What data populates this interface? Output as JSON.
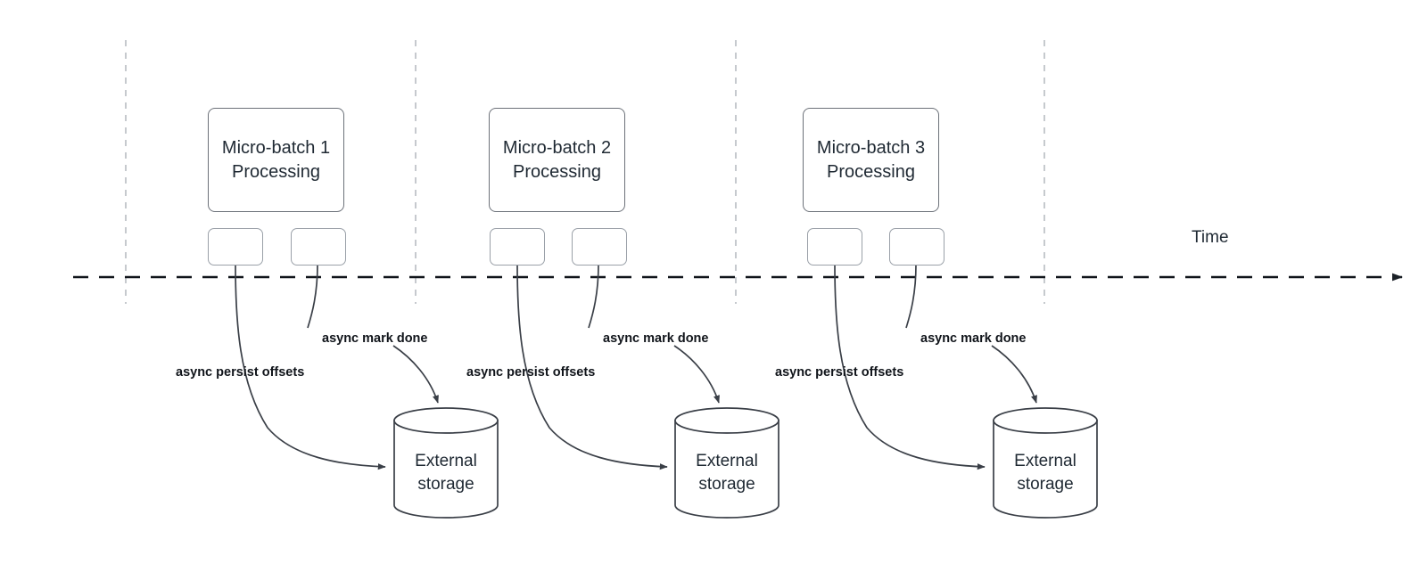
{
  "diagram": {
    "title_axis": "Time",
    "colors": {
      "box_stroke": "#6c7179",
      "small_box_stroke": "#9aa0a8",
      "cylinder_stroke": "#3a3f47",
      "timeline": "#10141a",
      "separator": "#b8bcc2",
      "curve": "#3a3f47",
      "text": "#1f2933",
      "label_text": "#10141a",
      "background": "#ffffff"
    },
    "timeline": {
      "label": "Time",
      "direction": "left-to-right",
      "style": "dashed-with-arrow"
    },
    "separators": {
      "count": 4,
      "style": "vertical-dashed"
    },
    "groups": [
      {
        "id": "group-1",
        "batch_label": "Micro-batch 1\nProcessing",
        "task_boxes": [
          "",
          ""
        ],
        "persist_label": "async persist offsets",
        "mark_done_label": "async mark done",
        "storage_label": "External\nstorage"
      },
      {
        "id": "group-2",
        "batch_label": "Micro-batch 2\nProcessing",
        "task_boxes": [
          "",
          ""
        ],
        "persist_label": "async persist offsets",
        "mark_done_label": "async mark done",
        "storage_label": "External\nstorage"
      },
      {
        "id": "group-3",
        "batch_label": "Micro-batch 3\nProcessing",
        "task_boxes": [
          "",
          ""
        ],
        "persist_label": "async persist offsets",
        "mark_done_label": "async mark done",
        "storage_label": "External\nstorage"
      }
    ]
  }
}
